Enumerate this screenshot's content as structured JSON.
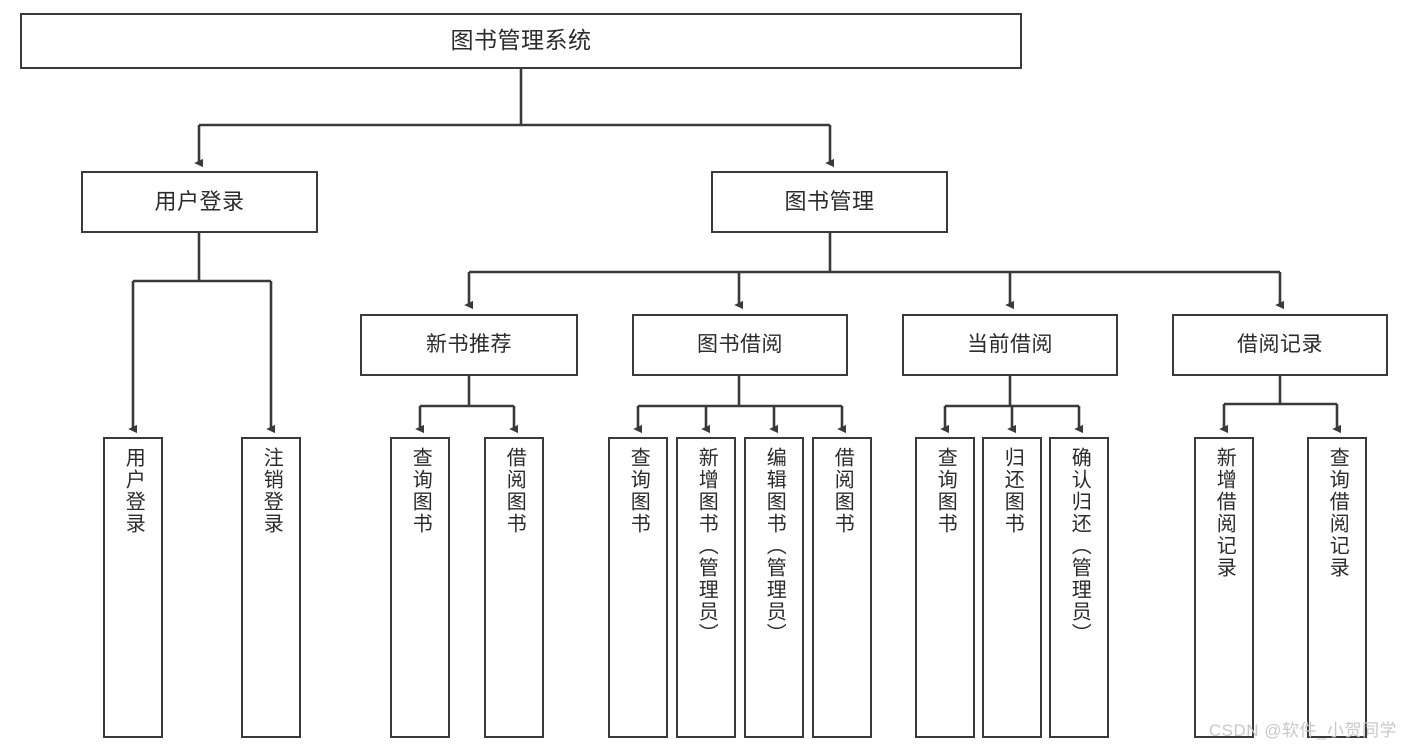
{
  "diagram": {
    "title": "图书管理系统",
    "watermark": "CSDN @软件_小贺同学",
    "colors": {
      "background": "#ffffff",
      "border": "#3a3a3a",
      "connector": "#3a3a3a",
      "text": "#2b2b2b",
      "watermark": "#c9c9c9"
    },
    "root": {
      "label": "图书管理系统"
    },
    "level2": [
      {
        "label": "用户登录"
      },
      {
        "label": "图书管理"
      }
    ],
    "level3": [
      {
        "label": "新书推荐"
      },
      {
        "label": "图书借阅"
      },
      {
        "label": "当前借阅"
      },
      {
        "label": "借阅记录"
      }
    ],
    "leaves": {
      "user_login": [
        {
          "label": "用户登录"
        },
        {
          "label": "注销登录"
        }
      ],
      "new_book": [
        {
          "label": "查询图书"
        },
        {
          "label": "借阅图书"
        }
      ],
      "book_borrow": [
        {
          "label": "查询图书"
        },
        {
          "label": "新增图书（管理员）"
        },
        {
          "label": "编辑图书（管理员）"
        },
        {
          "label": "借阅图书"
        }
      ],
      "current_borrow": [
        {
          "label": "查询图书"
        },
        {
          "label": "归还图书"
        },
        {
          "label": "确认归还（管理员）"
        }
      ],
      "borrow_record": [
        {
          "label": "新增借阅记录"
        },
        {
          "label": "查询借阅记录"
        }
      ]
    }
  }
}
